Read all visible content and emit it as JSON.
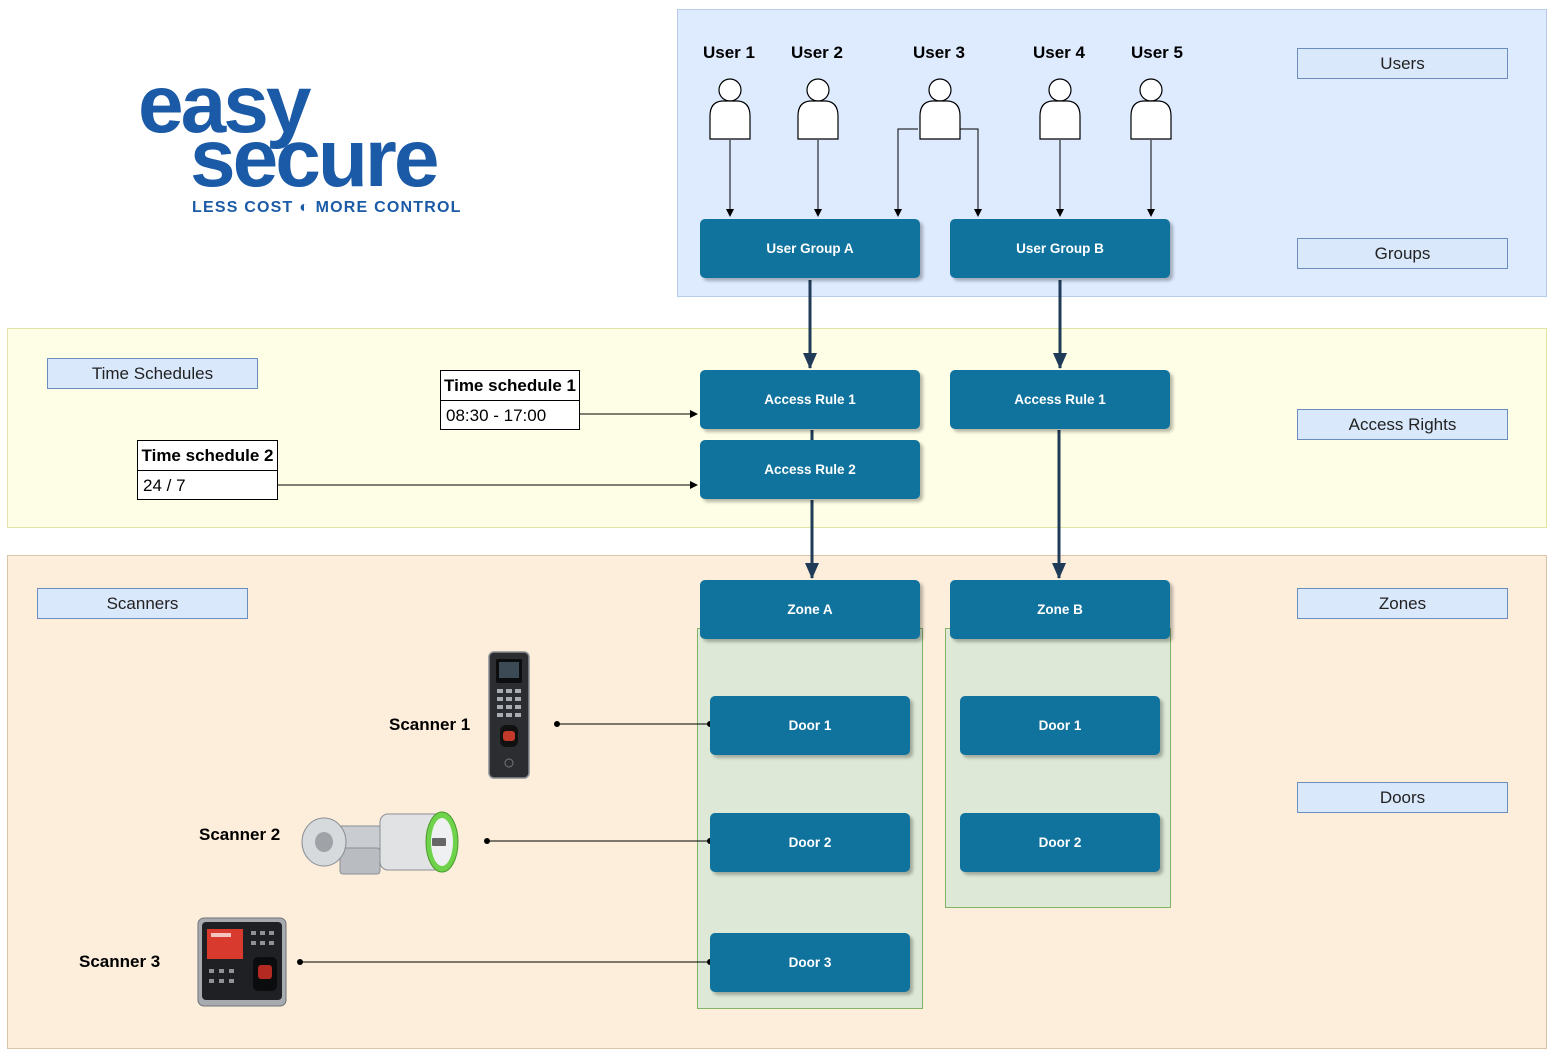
{
  "logo": {
    "line1": "easy",
    "line2": "secure",
    "tagline": "LESS COST ◐ MORE CONTROL"
  },
  "layers": {
    "users": "Users",
    "groups": "Groups",
    "access_rights": "Access Rights",
    "zones": "Zones",
    "doors": "Doors",
    "time_schedules": "Time Schedules",
    "scanners": "Scanners"
  },
  "users": [
    "User 1",
    "User 2",
    "User 3",
    "User 4",
    "User 5"
  ],
  "groups": [
    "User Group A",
    "User Group B"
  ],
  "access_rules": [
    "Access Rule 1",
    "Access Rule 2",
    "Access Rule 1"
  ],
  "schedules": [
    {
      "name": "Time schedule 1",
      "value": "08:30 - 17:00"
    },
    {
      "name": "Time schedule 2",
      "value": "24 / 7"
    }
  ],
  "zones": [
    "Zone A",
    "Zone B"
  ],
  "doors": {
    "zone_a": [
      "Door 1",
      "Door 2",
      "Door 3"
    ],
    "zone_b": [
      "Door 1",
      "Door 2"
    ]
  },
  "scanners": [
    "Scanner 1",
    "Scanner 2",
    "Scanner 3"
  ],
  "colors": {
    "users_region": "#deebff",
    "access_region": "#fefee6",
    "zones_region": "#fdeedc",
    "zone_fill": "#dde9d6",
    "node": "#10739e",
    "tag": "#dae8fc",
    "logo": "#1b5aa6"
  }
}
